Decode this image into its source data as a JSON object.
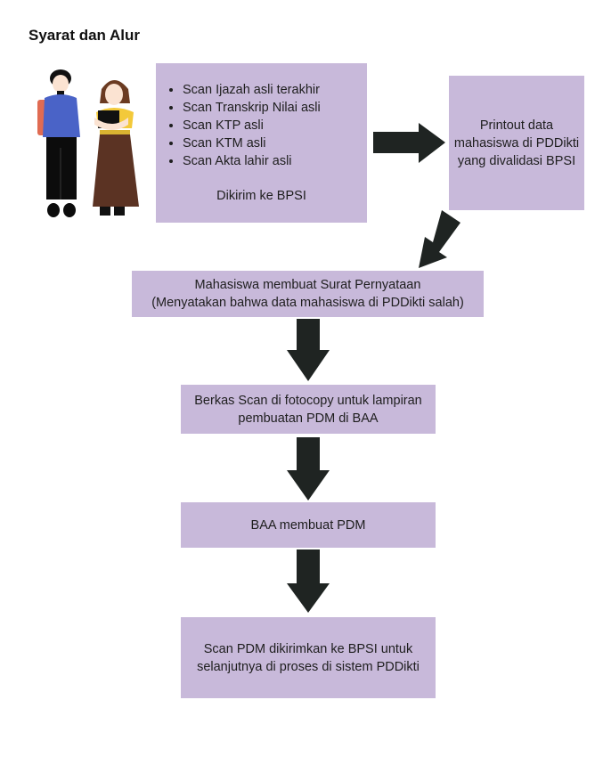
{
  "title": "Syarat dan Alur",
  "colors": {
    "box": "#c8b9da",
    "arrow": "#1f2422"
  },
  "illustration": "students-illustration",
  "requirements": {
    "items": [
      "Scan Ijazah asli terakhir",
      "Scan Transkrip Nilai asli",
      "Scan KTP asli",
      "Scan KTM asli",
      "Scan Akta lahir asli"
    ],
    "sent_to": "Dikirim ke BPSI"
  },
  "steps": {
    "printout": "Printout data mahasiswa di PDDikti yang divalidasi BPSI",
    "surat_line1": "Mahasiswa membuat Surat Pernyataan",
    "surat_line2": "(Menyatakan bahwa data mahasiswa di PDDikti salah)",
    "berkas": "Berkas Scan di fotocopy untuk lampiran pembuatan PDM di BAA",
    "baa": "BAA membuat PDM",
    "scan_pdm": "Scan PDM dikirimkan ke BPSI untuk selanjutnya di proses di sistem PDDikti"
  }
}
